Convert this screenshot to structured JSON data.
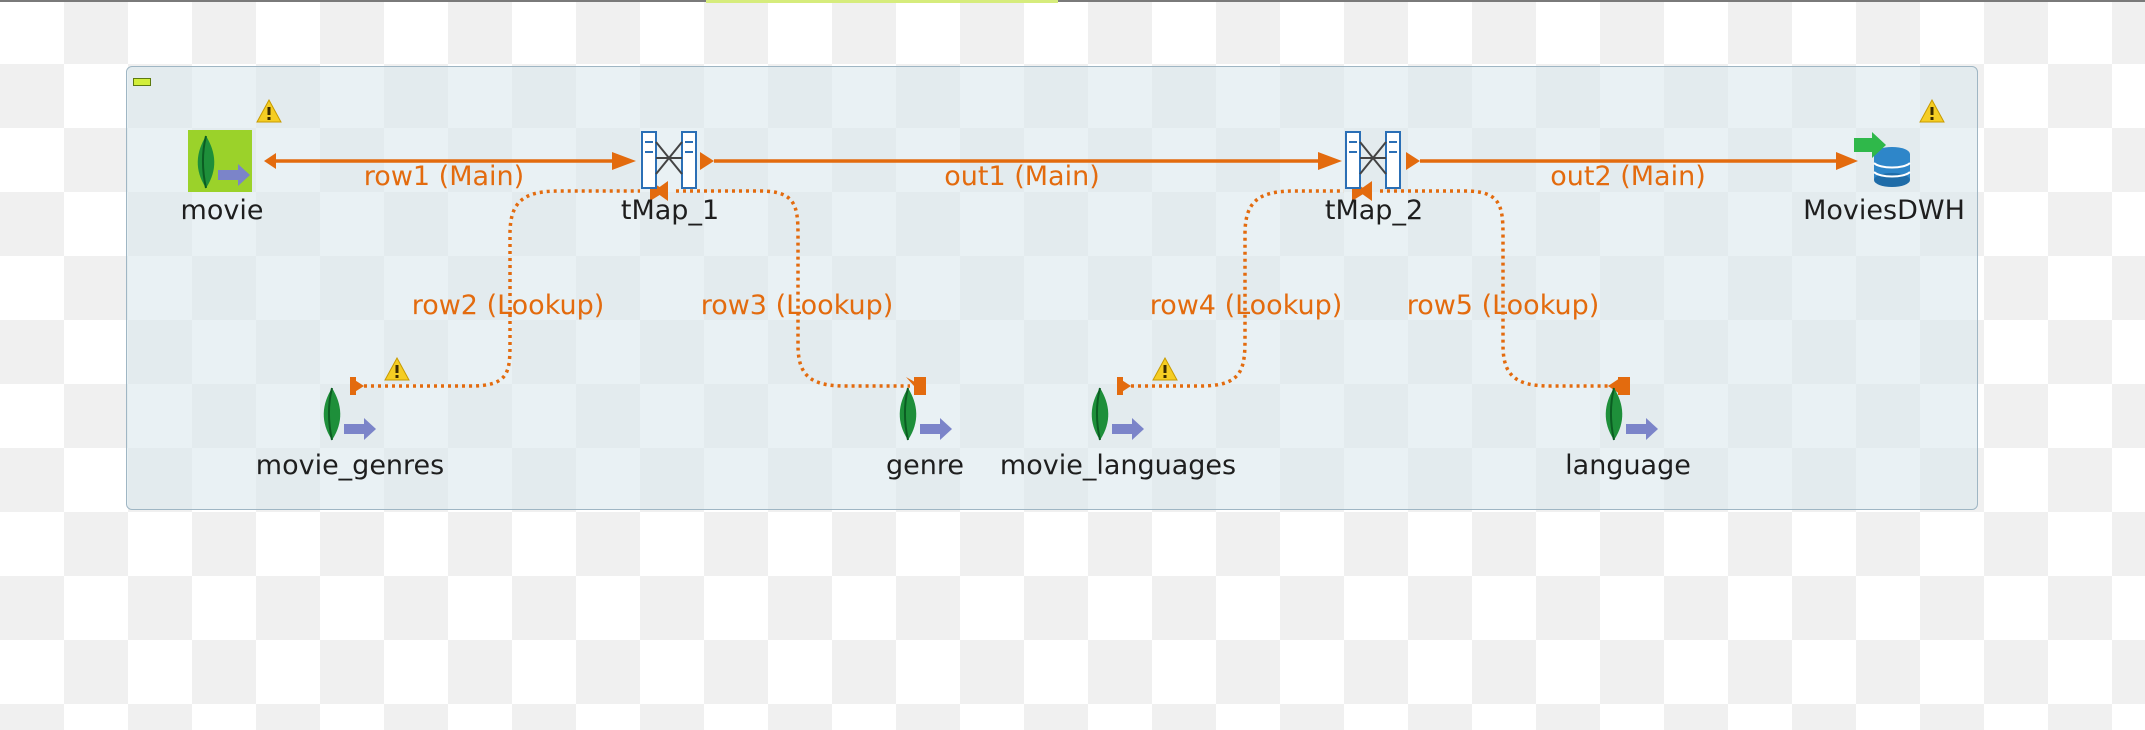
{
  "job": {
    "nodes": {
      "movie": "movie",
      "tmap1": "tMap_1",
      "tmap2": "tMap_2",
      "movies_dwh": "MoviesDWH",
      "movie_genres": "movie_genres",
      "genre": "genre",
      "movie_languages": "movie_languages",
      "language": "language"
    },
    "connections": {
      "row1": "row1 (Main)",
      "out1": "out1 (Main)",
      "out2": "out2 (Main)",
      "row2": "row2 (Lookup)",
      "row3": "row3 (Lookup)",
      "row4": "row4 (Lookup)",
      "row5": "row5 (Lookup)"
    },
    "icons": {
      "mongodb_input": "mongodb-leaf-icon",
      "tmap": "tmap-icon",
      "db_output": "database-output-icon",
      "warning": "warning-icon"
    },
    "colors": {
      "connection": "#e36b0e",
      "subjob_bg": "#dce8ee",
      "selection": "#9bd22a"
    }
  }
}
